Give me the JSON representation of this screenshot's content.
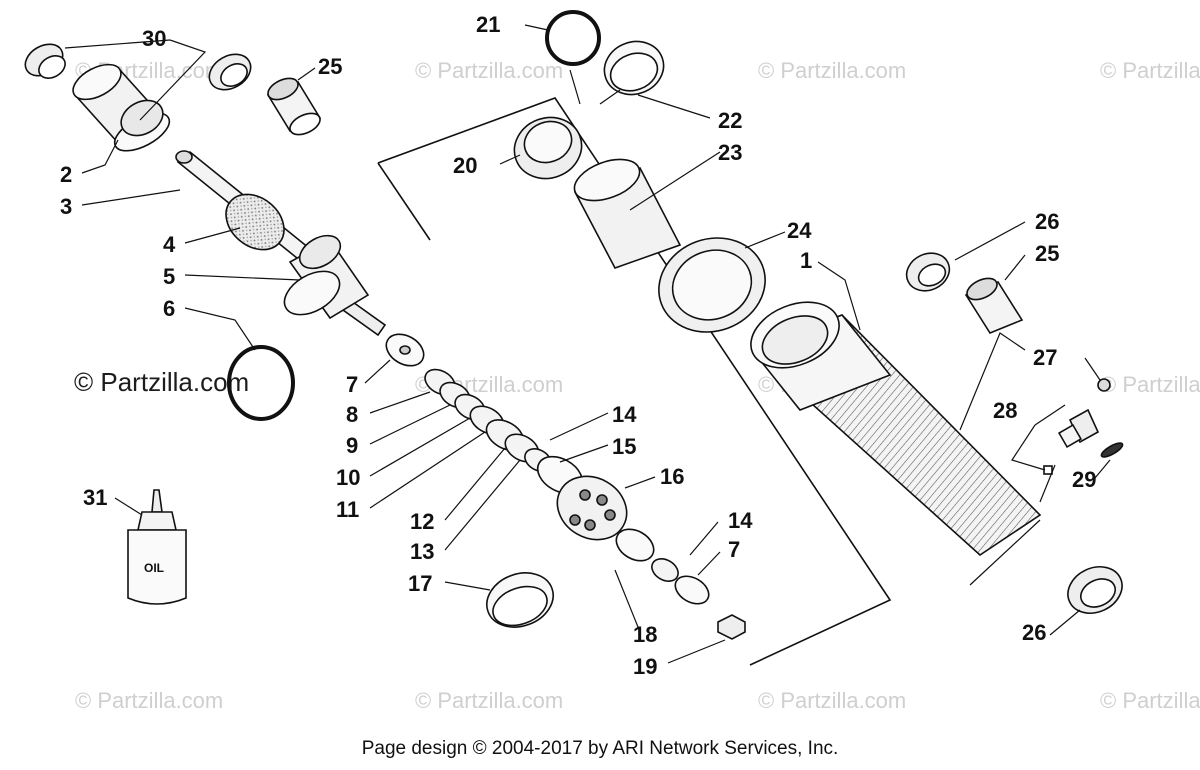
{
  "watermarks": {
    "light": "© Partzilla.com",
    "dark": "© Partzilla.com"
  },
  "callouts": {
    "p1": "1",
    "p2": "2",
    "p3": "3",
    "p4": "4",
    "p5": "5",
    "p6": "6",
    "p7a": "7",
    "p7b": "7",
    "p8": "8",
    "p9": "9",
    "p10": "10",
    "p11": "11",
    "p12": "12",
    "p13": "13",
    "p14a": "14",
    "p14b": "14",
    "p15": "15",
    "p16": "16",
    "p17": "17",
    "p18": "18",
    "p19": "19",
    "p20": "20",
    "p21": "21",
    "p22": "22",
    "p23": "23",
    "p24": "24",
    "p25a": "25",
    "p25b": "25",
    "p26a": "26",
    "p26b": "26",
    "p27": "27",
    "p28": "28",
    "p29": "29",
    "p30": "30",
    "p31": "31"
  },
  "oil_label": "OIL",
  "footer": "Page design © 2004-2017 by ARI Network Services, Inc."
}
